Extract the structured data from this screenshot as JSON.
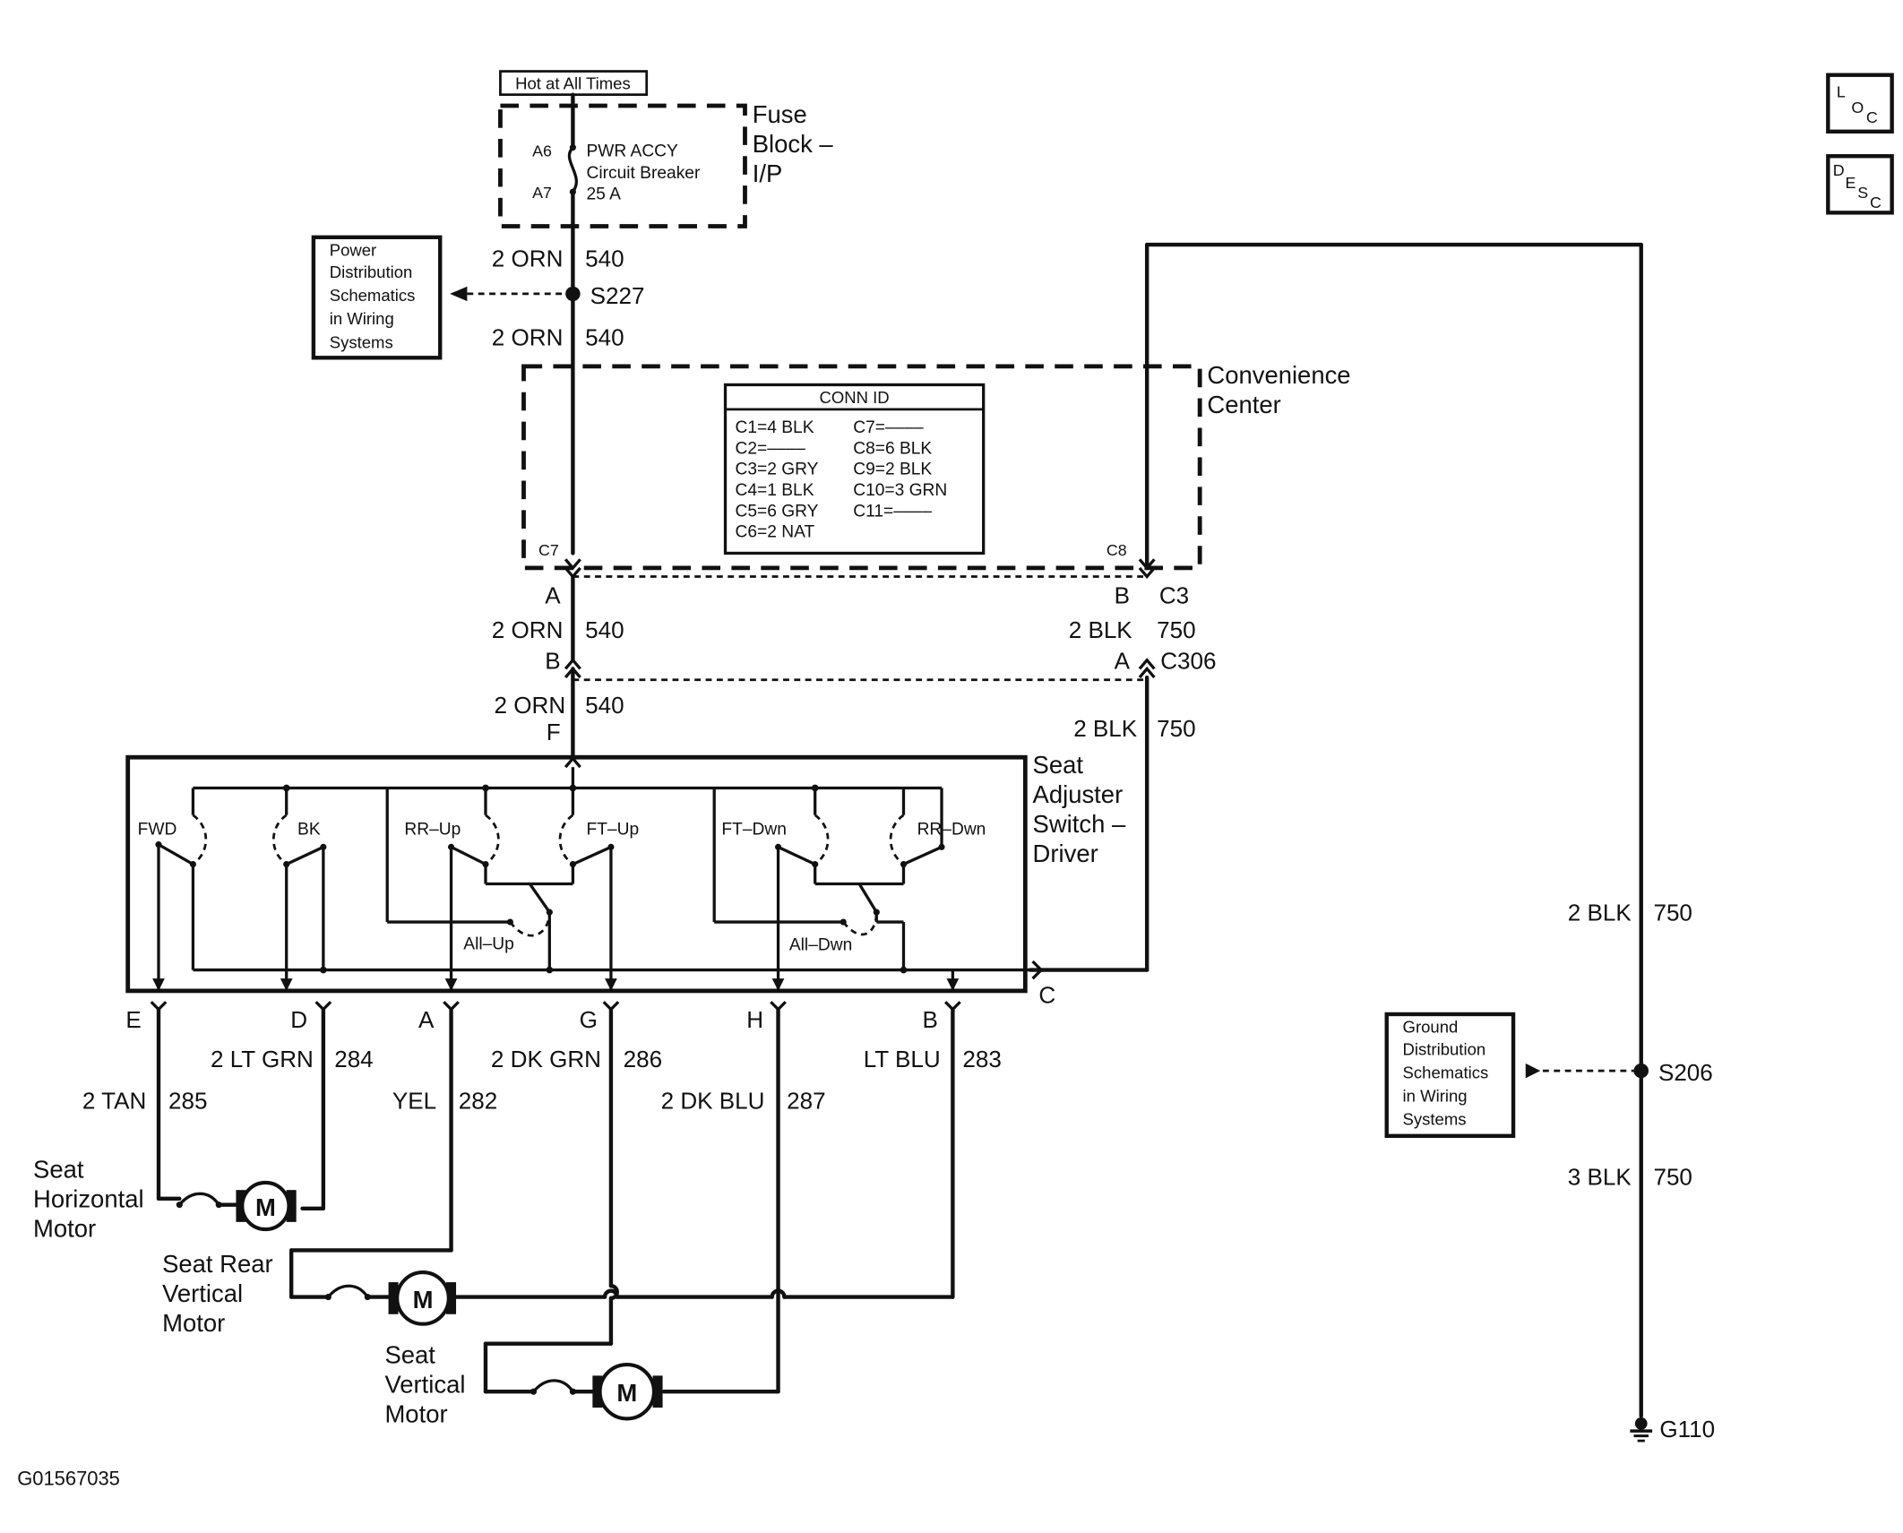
{
  "labels": {
    "hot": "Hot at All Times",
    "fuse_block": [
      "Fuse",
      "Block –",
      "I/P"
    ],
    "cb_pin_top": "A6",
    "cb_pin_bot": "A7",
    "cb_text": [
      "PWR ACCY",
      "Circuit Breaker",
      "25 A"
    ],
    "power_dist": [
      "Power",
      "Distribution",
      "Schematics",
      "in Wiring",
      "Systems"
    ],
    "ground_dist": [
      "Ground",
      "Distribution",
      "Schematics",
      "in Wiring",
      "Systems"
    ],
    "splice_top": "S227",
    "splice_ground": "S206",
    "ground": "G110",
    "conv_center": [
      "Convenience",
      "Center"
    ],
    "conn_c7": "C7",
    "conn_c8": "C8",
    "conn_id_title": "CONN ID",
    "conn_id_left": [
      "C1=4 BLK",
      "C2=––––",
      "C3=2 GRY",
      "C4=1 BLK",
      "C5=6 GRY",
      "C6=2 NAT"
    ],
    "conn_id_right": [
      "C7=––––",
      "C8=6 BLK",
      "C9=2 BLK",
      "C10=3 GRN",
      "C11=––––"
    ],
    "conn_c3": "C3",
    "conn_c306": "C306",
    "pin_a": "A",
    "pin_b": "B",
    "pin_f": "F",
    "pin_c": "C",
    "seat_switch": [
      "Seat",
      "Adjuster",
      "Switch –",
      "Driver"
    ],
    "sw_fwd": "FWD",
    "sw_bk": "BK",
    "sw_rrup": "RR–Up",
    "sw_ftup": "FT–Up",
    "sw_ftdwn": "FT–Dwn",
    "sw_rrdwn": "RR–Dwn",
    "sw_allup": "All–Up",
    "sw_alldwn": "All–Dwn",
    "bottom_pins": [
      "E",
      "D",
      "A",
      "G",
      "H",
      "B"
    ],
    "motor_glyph": "M",
    "motor_horizontal": [
      "Seat",
      "Horizontal",
      "Motor"
    ],
    "motor_rear_vertical": [
      "Seat Rear",
      "Vertical",
      "Motor"
    ],
    "motor_vertical": [
      "Seat",
      "Vertical",
      "Motor"
    ],
    "loc_icon": [
      "L",
      "O",
      "C"
    ],
    "desc_icon": [
      "D",
      "E",
      "S",
      "C"
    ],
    "figure_id": "G01567035"
  },
  "wires": {
    "orn_color": "2 ORN",
    "orn_circuit": "540",
    "blk2_color": "2 BLK",
    "blk3_color": "3 BLK",
    "blk_circuit": "750",
    "lt_grn_color": "2 LT GRN",
    "lt_grn_circuit": "284",
    "tan_color": "2 TAN",
    "tan_circuit": "285",
    "yel_color": "YEL",
    "yel_circuit": "282",
    "dk_grn_color": "2 DK GRN",
    "dk_grn_circuit": "286",
    "dk_blu_color": "2 DK BLU",
    "dk_blu_circuit": "287",
    "lt_blu_color": "LT BLU",
    "lt_blu_circuit": "283"
  }
}
